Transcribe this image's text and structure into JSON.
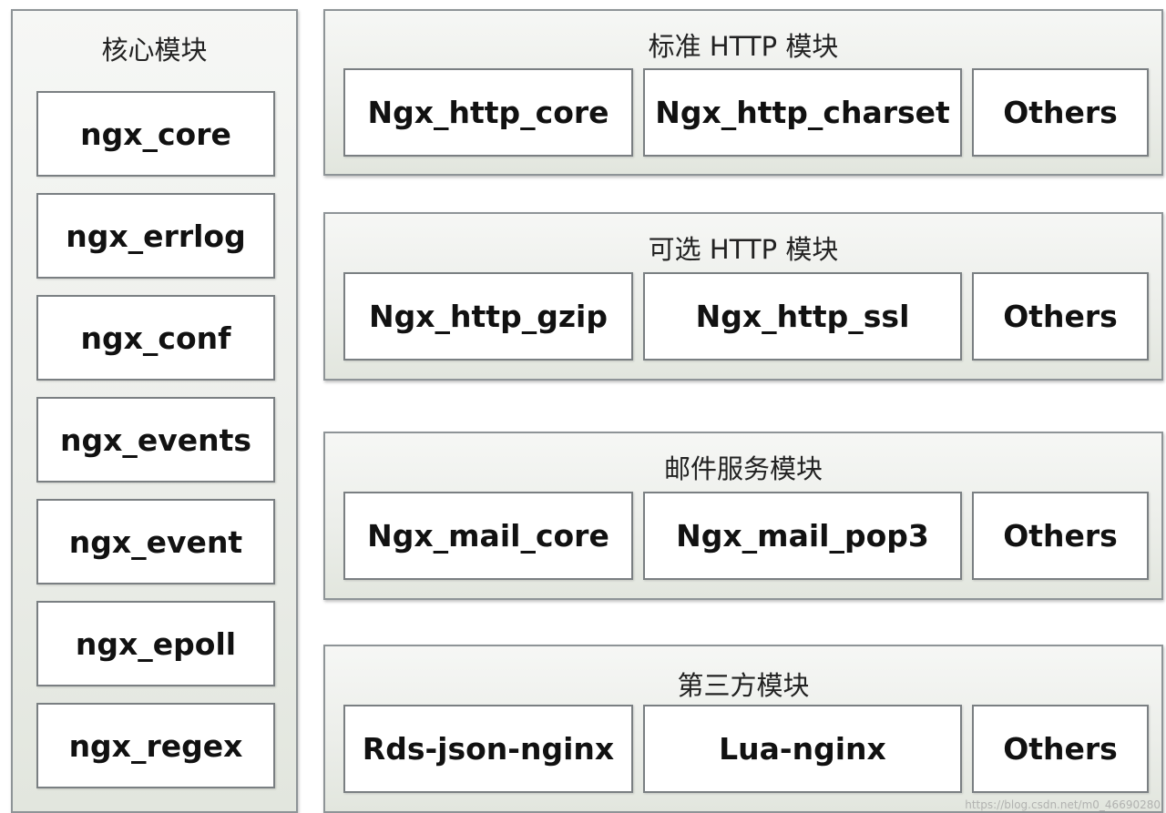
{
  "core": {
    "title": "核心模块",
    "items": [
      "ngx_core",
      "ngx_errlog",
      "ngx_conf",
      "ngx_events",
      "ngx_event",
      "ngx_epoll",
      "ngx_regex"
    ]
  },
  "groups": [
    {
      "title": "标准 HTTP 模块",
      "items": [
        "Ngx_http_core",
        "Ngx_http_charset",
        "Others"
      ]
    },
    {
      "title": "可选 HTTP 模块",
      "items": [
        "Ngx_http_gzip",
        "Ngx_http_ssl",
        "Others"
      ]
    },
    {
      "title": "邮件服务模块",
      "items": [
        "Ngx_mail_core",
        "Ngx_mail_pop3",
        "Others"
      ]
    },
    {
      "title": "第三方模块",
      "items": [
        "Rds-json-nginx",
        "Lua-nginx",
        "Others"
      ]
    }
  ],
  "watermark": "https://blog.csdn.net/m0_46690280"
}
